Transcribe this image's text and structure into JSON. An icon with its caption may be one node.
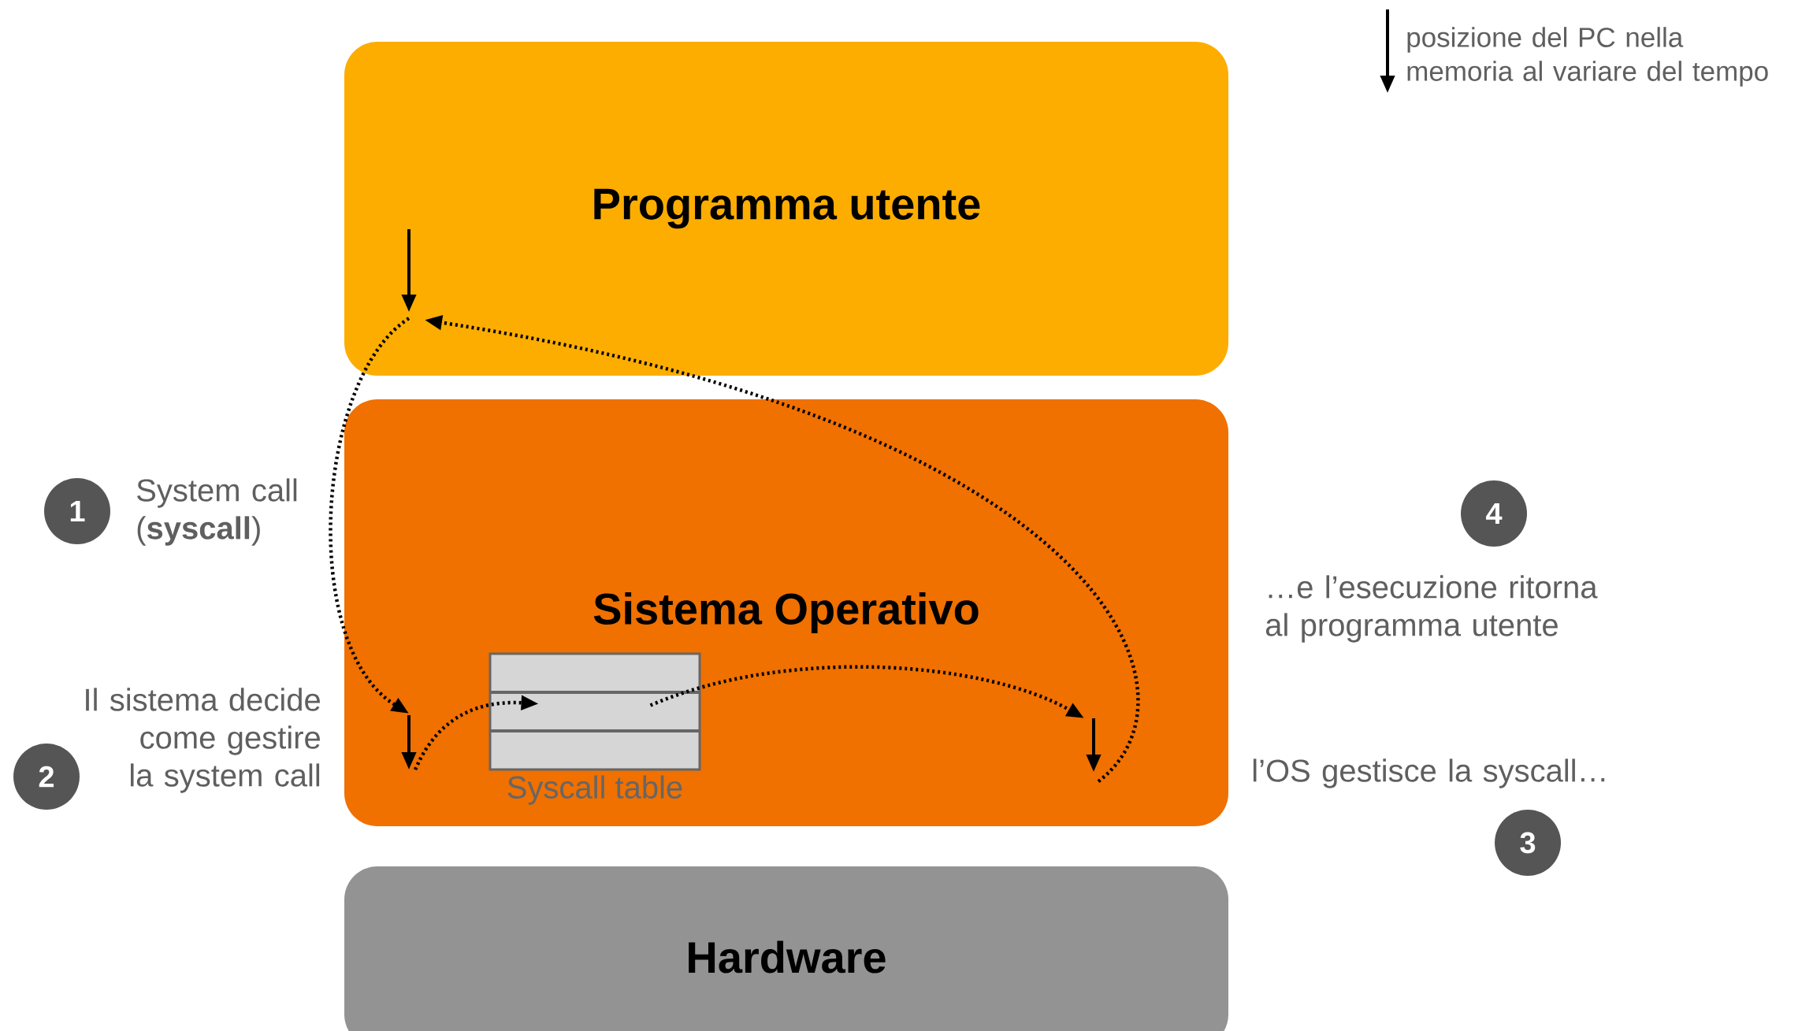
{
  "diagram": {
    "nodes": [
      {
        "text": [
          "Programma utente"
        ]
      },
      {
        "text": [],
        "shape": "arrow",
        "in": 0
      },
      {
        "text": [
          "Sistema Operativo"
        ]
      },
      {
        "text": [
          "Syscall table"
        ],
        "in": 2
      },
      {
        "text": [],
        "shape": "arrow",
        "in": 2
      },
      {
        "text": [],
        "shape": "arrow",
        "in": 2
      },
      {
        "text": [
          "Hardware"
        ]
      },
      {
        "text": [
          "1"
        ],
        "beside": [
          "System call (**syscall**)"
        ]
      },
      {
        "text": [
          "2"
        ],
        "beside": [
          "Il sistema decide come gestire la system call"
        ]
      },
      {
        "text": [
          "3"
        ],
        "beside": [
          "l’OS gestisce la syscall…"
        ]
      },
      {
        "text": [
          "4"
        ],
        "beside": [
          "…e l’esecuzione ritorna al programma utente"
        ]
      }
    ],
    "edges": [
      {
        "from": 1,
        "to": 4,
        "arrow": "to"
      },
      {
        "from": 4,
        "to": 3,
        "arrow": "to"
      },
      {
        "from": 3,
        "to": 5,
        "arrow": "to"
      },
      {
        "from": 5,
        "to": 1,
        "arrow": "to"
      }
    ],
    "legend": [
      {
        "text": "posizione del PC nella memoria al variare del tempo"
      }
    ]
  }
}
